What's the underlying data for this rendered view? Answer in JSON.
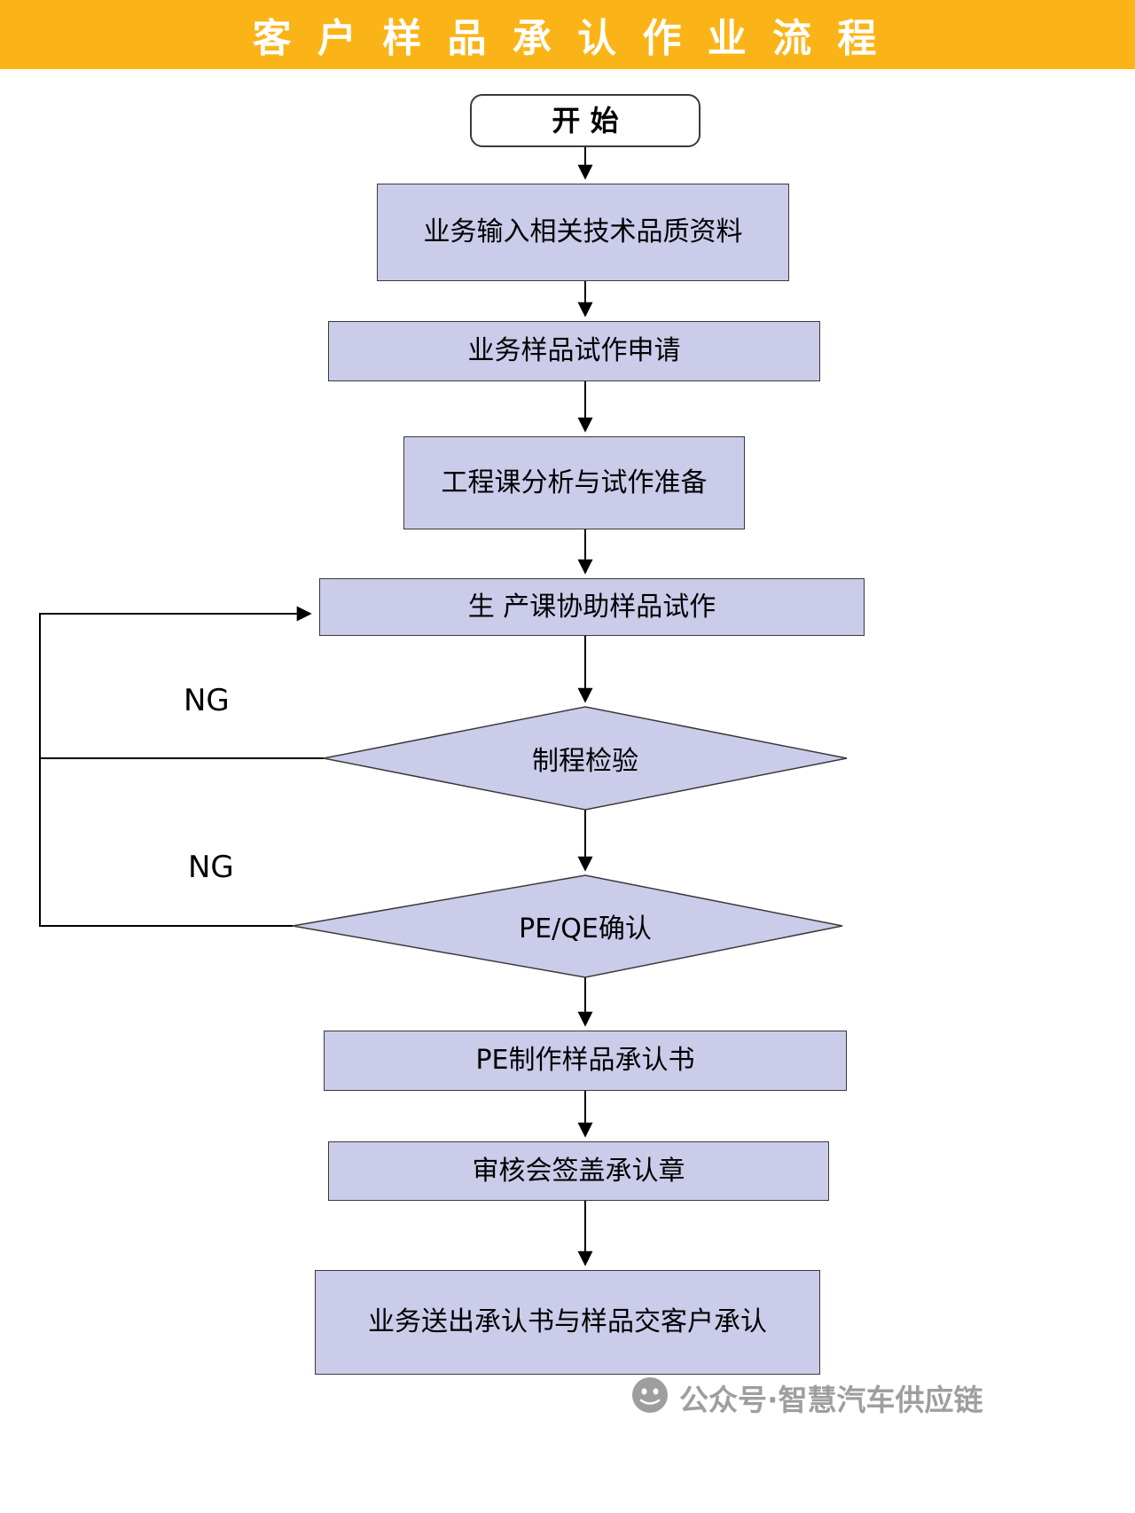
{
  "header": {
    "title": "客 户 样 品 承 认 作 业 流 程"
  },
  "colors": {
    "banner_bg": "#FBB417",
    "banner_text": "#FFFFFF",
    "node_fill": "#CBCBEA",
    "node_border": "#3A3A3A",
    "arrow": "#000000",
    "watermark_color": "#9E9E9E"
  },
  "flow": {
    "start_label": "开 始",
    "steps": [
      {
        "label": "业务输入相关技术品质资料"
      },
      {
        "label": "业务样品试作申请"
      },
      {
        "label": "工程课分析与试作准备"
      },
      {
        "label": "生 产课协助样品试作"
      }
    ],
    "decisions": [
      {
        "label": "制程检验",
        "ng_label": "NG"
      },
      {
        "label": "PE/QE确认",
        "ng_label": "NG"
      }
    ],
    "final_steps": [
      {
        "label": "PE制作样品承认书"
      },
      {
        "label": "审核会签盖承认章"
      },
      {
        "label": "业务送出承认书与样品交客户承认"
      }
    ]
  },
  "watermark": {
    "icon": "wechat-icon",
    "text": "公众号·智慧汽车供应链"
  }
}
